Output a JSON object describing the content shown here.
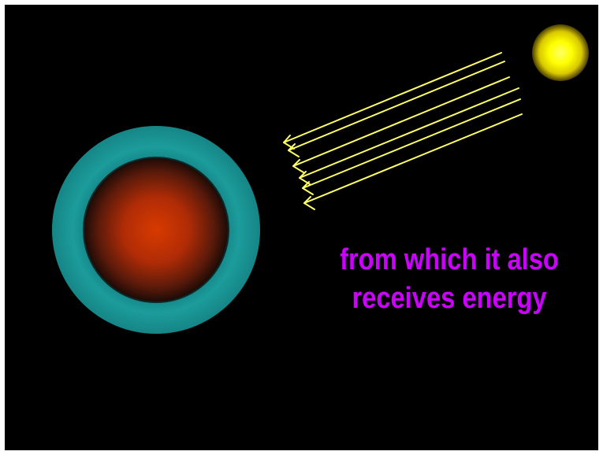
{
  "caption": {
    "line1": "from which it also",
    "line2": "receives energy",
    "color": "#cc00ff"
  },
  "colors": {
    "background": "#000000",
    "atmosphere": "#1a9a9a",
    "planet": "#cc3300",
    "sun": "#ffff00",
    "rays": "#ffff66"
  },
  "icons": {
    "planet": "planet-icon",
    "atmosphere": "atmosphere-ring-icon",
    "sun": "sun-icon",
    "rays": "sunlight-ray-arrows"
  }
}
